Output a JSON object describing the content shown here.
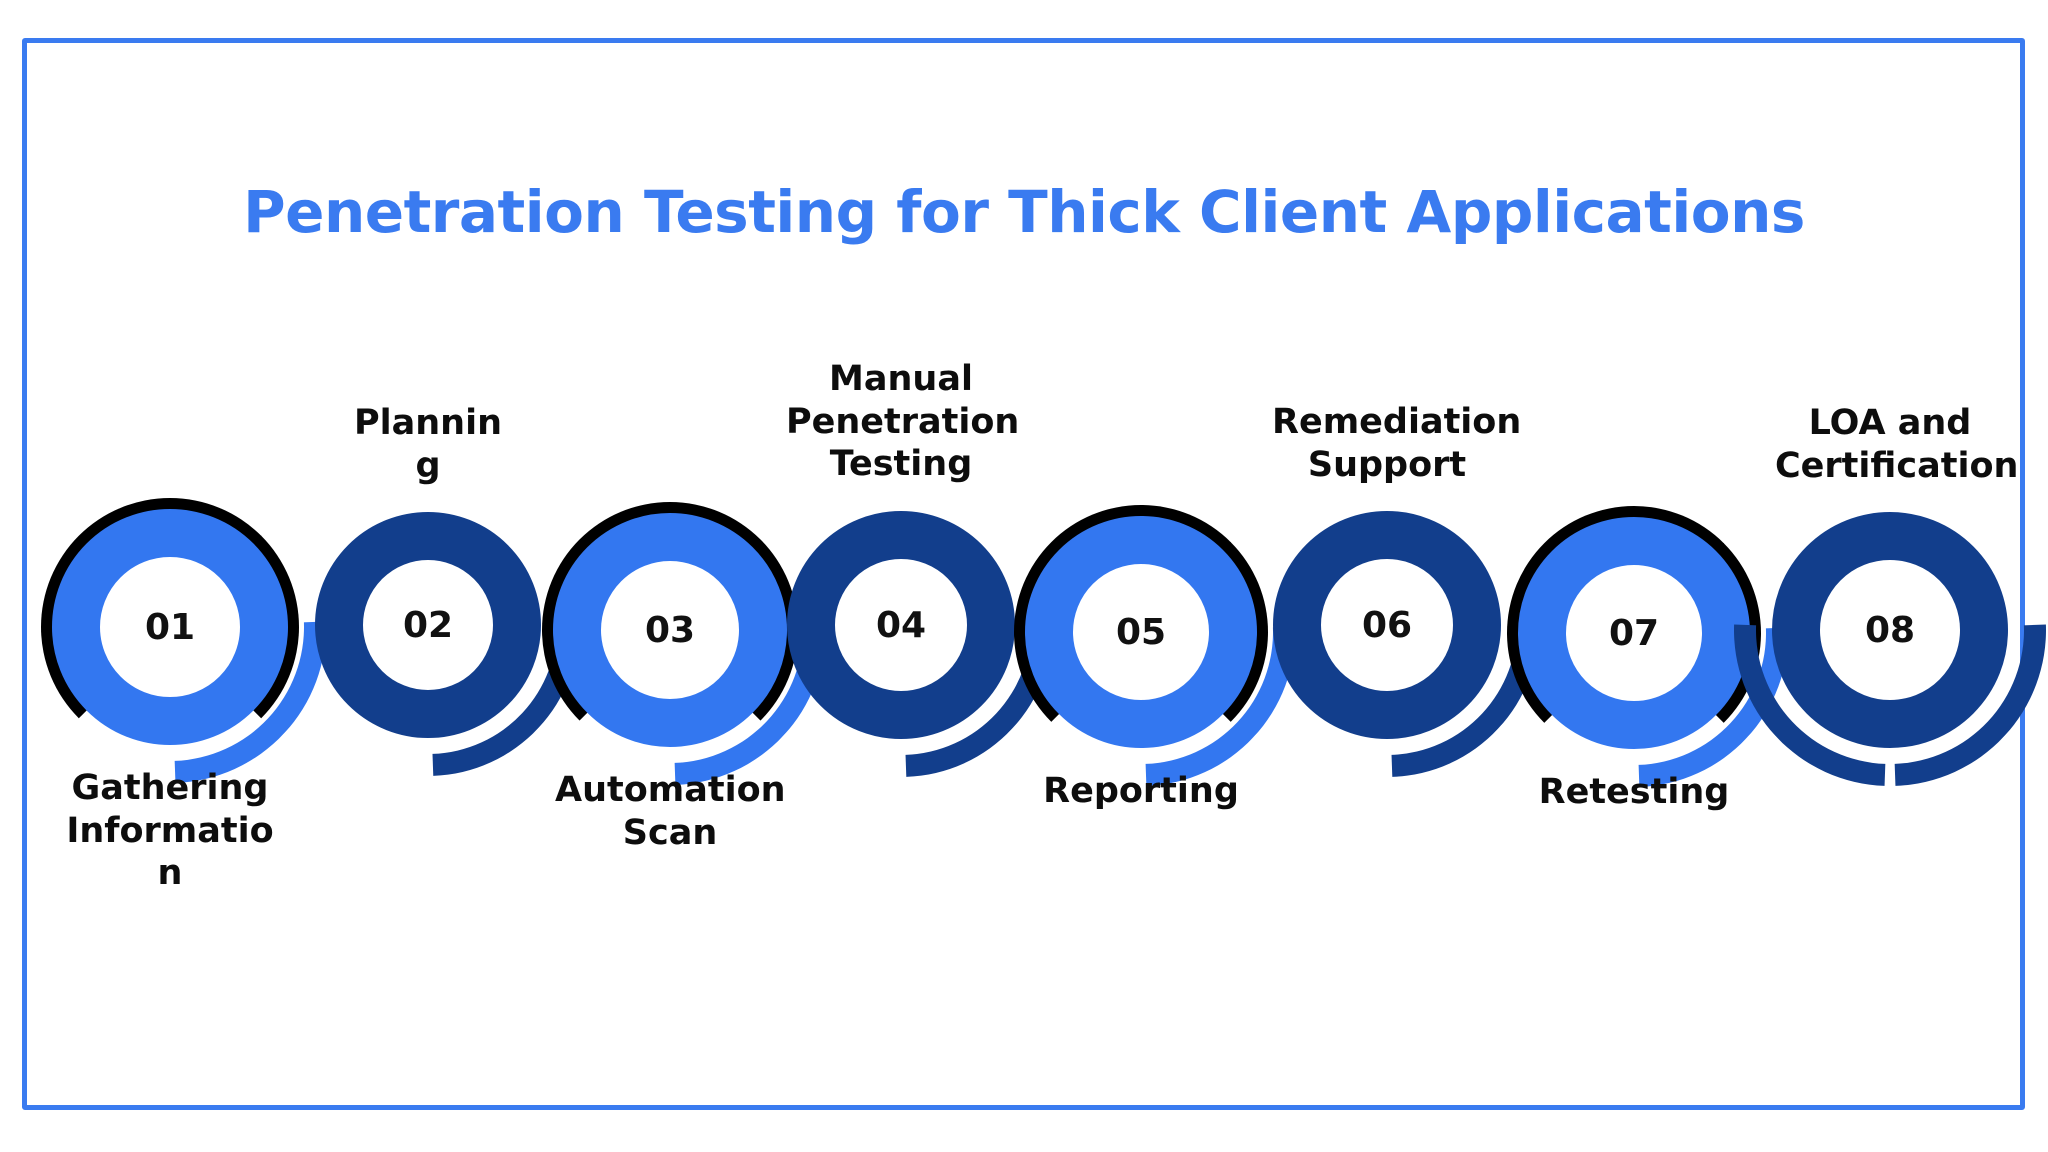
{
  "frame": {
    "border_color": "#3a7bf0"
  },
  "title": "Penetration Testing for Thick Client Applications",
  "colors": {
    "light_blue": "#3377f0",
    "navy": "#123e8c",
    "black_arc": "#000000",
    "title_blue": "#3a7bf0",
    "label_text": "#0d0d0d",
    "number_text": "#111111",
    "background": "#ffffff"
  },
  "chart_data": {
    "type": "diagram",
    "subtype": "process-flow-circles",
    "title": "Penetration Testing for Thick Client Applications",
    "step_count": 8,
    "steps": [
      {
        "number": "01",
        "label": "Gathering Information",
        "label_lines": [
          "Gathering",
          "Informatio",
          "n"
        ],
        "color": "light_blue",
        "label_position": "below",
        "has_black_arc": true
      },
      {
        "number": "02",
        "label": "Planning",
        "label_lines": [
          "Plannin",
          "g"
        ],
        "color": "navy",
        "label_position": "above",
        "has_black_arc": false
      },
      {
        "number": "03",
        "label": "Automation Scan",
        "label_lines": [
          "Automation",
          "Scan"
        ],
        "color": "light_blue",
        "label_position": "below",
        "has_black_arc": true
      },
      {
        "number": "04",
        "label": "Manual Penetration Testing",
        "label_lines": [
          "Manual",
          "Penetration",
          "Testing"
        ],
        "color": "navy",
        "label_position": "above",
        "has_black_arc": false
      },
      {
        "number": "05",
        "label": "Reporting",
        "label_lines": [
          "Reporting"
        ],
        "color": "light_blue",
        "label_position": "below",
        "has_black_arc": true
      },
      {
        "number": "06",
        "label": "Remediation Support",
        "label_lines": [
          "Remediation",
          "Support"
        ],
        "color": "navy",
        "label_position": "above",
        "has_black_arc": false
      },
      {
        "number": "07",
        "label": "Retesting",
        "label_lines": [
          "Retesting"
        ],
        "color": "light_blue",
        "label_position": "below",
        "has_black_arc": true
      },
      {
        "number": "08",
        "label": "LOA and Certification",
        "label_lines": [
          "LOA and",
          "Certification"
        ],
        "color": "navy",
        "label_position": "above",
        "has_black_arc": false
      }
    ]
  }
}
